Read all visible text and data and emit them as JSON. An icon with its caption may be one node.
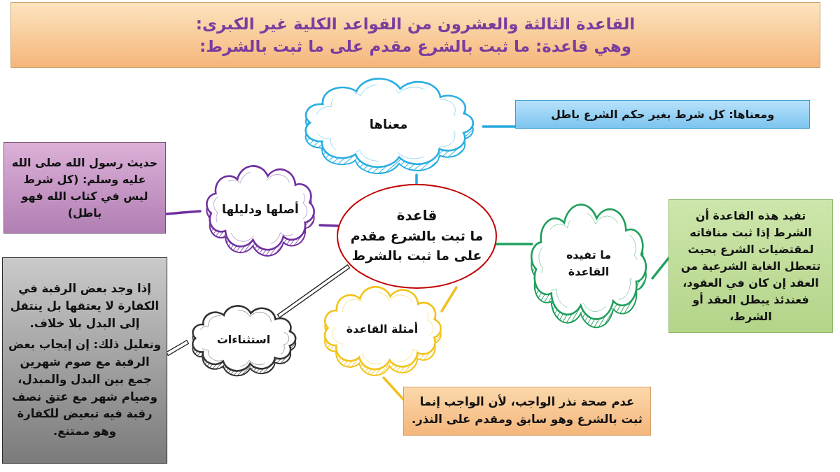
{
  "diagram": {
    "nodes": [
      {
        "text": [
          "القاعدة الثالثة والعشرون من القواعد الكلية غير الكبرى:",
          "وهي قاعدة: ما ثبت بالشرع مقدم على ما ثبت بالشرط:"
        ]
      },
      {
        "text": [
          "معناها"
        ]
      },
      {
        "text": [
          "ومعناها: كل شرط بغير حكم الشرع باطل"
        ]
      },
      {
        "text": [
          "حديث رسول الله صلى الله عليه وسلم: (كل شرط ليس في كتاب الله فهو باطل)"
        ]
      },
      {
        "text": [
          "أصلها ودليلها"
        ]
      },
      {
        "text": [
          "قاعدة",
          "ما ثبت بالشرع مقدم على ما ثبت بالشرط"
        ]
      },
      {
        "text": [
          "ما تفيده القاعدة"
        ]
      },
      {
        "text": [
          "تفيد هذه القاعدة أن الشرط إذا ثبت منافاته لمقتضيات الشرع بحيث تتعطل الغاية الشرعية من العقد إن كان في العقود، فعندئذ يبطل العقد أو الشرط،"
        ]
      },
      {
        "text": [
          "إذا وجد بعض الرقبة في الكفارة لا يعتقها بل ينتقل إلى البدل بلا خلاف.",
          "وتعليل ذلك: إن إيجاب بعض الرقبة مع صوم شهرين جمع بين البدل والمبدل، وصيام شهر مع عتق نصف رقبة فيه تبعيض للكفارة وهو ممتنع."
        ]
      },
      {
        "text": [
          "استثناءات"
        ]
      },
      {
        "text": [
          "أمثلة القاعدة"
        ]
      },
      {
        "text": [
          "عدم صحة نذر الواجب، لأن الواجب إنما ثبت بالشرع وهو سابق ومقدم على النذر."
        ]
      }
    ],
    "edges": [
      {
        "from": 5,
        "to": 1,
        "arrow": "none",
        "color": "#2aa8de"
      },
      {
        "from": 1,
        "to": 2,
        "arrow": "none",
        "color": "#2aa8de"
      },
      {
        "from": 5,
        "to": 4,
        "arrow": "none",
        "color": "#7030a0"
      },
      {
        "from": 4,
        "to": 3,
        "arrow": "none",
        "color": "#7030a0"
      },
      {
        "from": 5,
        "to": 6,
        "arrow": "none",
        "color": "#1fa060"
      },
      {
        "from": 6,
        "to": 7,
        "arrow": "none",
        "color": "#1fa060"
      },
      {
        "from": 5,
        "to": 10,
        "arrow": "none",
        "color": "#f0c020"
      },
      {
        "from": 10,
        "to": 11,
        "arrow": "none",
        "color": "#f0c020"
      },
      {
        "from": 5,
        "to": 9,
        "arrow": "none",
        "color": "#222222"
      },
      {
        "from": 9,
        "to": 8,
        "arrow": "none",
        "color": "#222222"
      }
    ]
  }
}
